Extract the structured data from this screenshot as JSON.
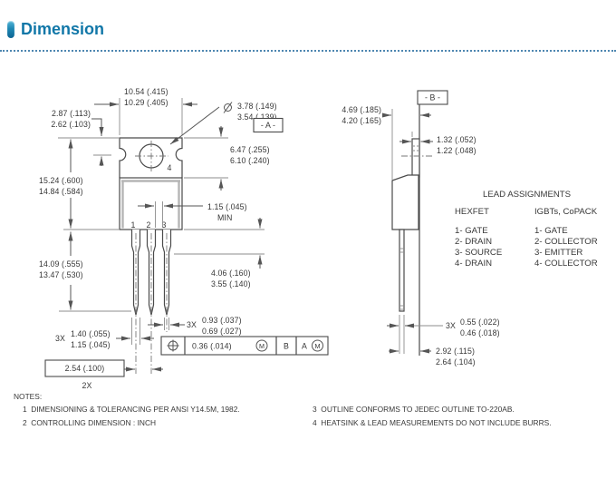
{
  "header": {
    "title": "Dimension"
  },
  "front": {
    "width1": "10.54 (.415)",
    "width2": "10.29 (.405)",
    "hole_off1": "2.87 (.113)",
    "hole_off2": "2.62 (.103)",
    "hole_dia1": "3.78 (.149)",
    "hole_dia2": "3.54 (.139)",
    "datum_a": "- A -",
    "tab_h1": "6.47 (.255)",
    "tab_h2": "6.10 (.240)",
    "total_h1": "15.24 (.600)",
    "total_h2": "14.84 (.584)",
    "gap1": "1.15 (.045)",
    "gap2": "MIN",
    "lead_len1": "14.09 (.555)",
    "lead_len2": "13.47 (.530)",
    "shoulder1": "4.06 (.160)",
    "shoulder2": "3.55 (.140)",
    "narrow_qty": "3X",
    "narrow1": "0.93 (.037)",
    "narrow2": "0.69 (.027)",
    "wide_qty": "3X",
    "wide1": "1.40 (.055)",
    "wide2": "1.15 (.045)",
    "pitch": "2.54 (.100)",
    "pitch_qty": "2X",
    "fcf_tol": "0.36 (.014)",
    "fcf_m1": "M",
    "fcf_b": "B",
    "fcf_a": "A",
    "fcf_m2": "M",
    "pin1": "1",
    "pin2": "2",
    "pin3": "3",
    "pin4": "4"
  },
  "side": {
    "datum_b": "- B -",
    "thick1": "4.69 (.185)",
    "thick2": "4.20 (.165)",
    "tab_t1": "1.32 (.052)",
    "tab_t2": "1.22 (.048)",
    "lead_t_qty": "3X",
    "lead_t1": "0.55 (.022)",
    "lead_t2": "0.46 (.018)",
    "off1": "2.92 (.115)",
    "off2": "2.64 (.104)"
  },
  "leads": {
    "title": "LEAD ASSIGNMENTS",
    "hexfet": {
      "header": "HEXFET",
      "items": [
        "1- GATE",
        "2- DRAIN",
        "3- SOURCE",
        "4- DRAIN"
      ]
    },
    "igbt": {
      "header": "IGBTs, CoPACK",
      "items": [
        "1- GATE",
        "2- COLLECTOR",
        "3- EMITTER",
        "4- COLLECTOR"
      ]
    }
  },
  "notes": {
    "label": "NOTES:",
    "n1": "1  DIMENSIONING & TOLERANCING PER ANSI Y14.5M, 1982.",
    "n2": "2  CONTROLLING DIMENSION : INCH",
    "n3": "3  OUTLINE CONFORMS TO JEDEC OUTLINE TO-220AB.",
    "n4": "4  HEATSINK & LEAD MEASUREMENTS DO NOT INCLUDE BURRS."
  },
  "symbols": {
    "diameter": "slashed-circle",
    "position_tolerance": "circle-cross",
    "material_condition": "circled-M"
  },
  "colors": {
    "accent_blue": "#1177a8",
    "separator_blue": "#4d86b0",
    "line_dark": "#4a4a4a",
    "line_gray": "#b5b5b5"
  }
}
